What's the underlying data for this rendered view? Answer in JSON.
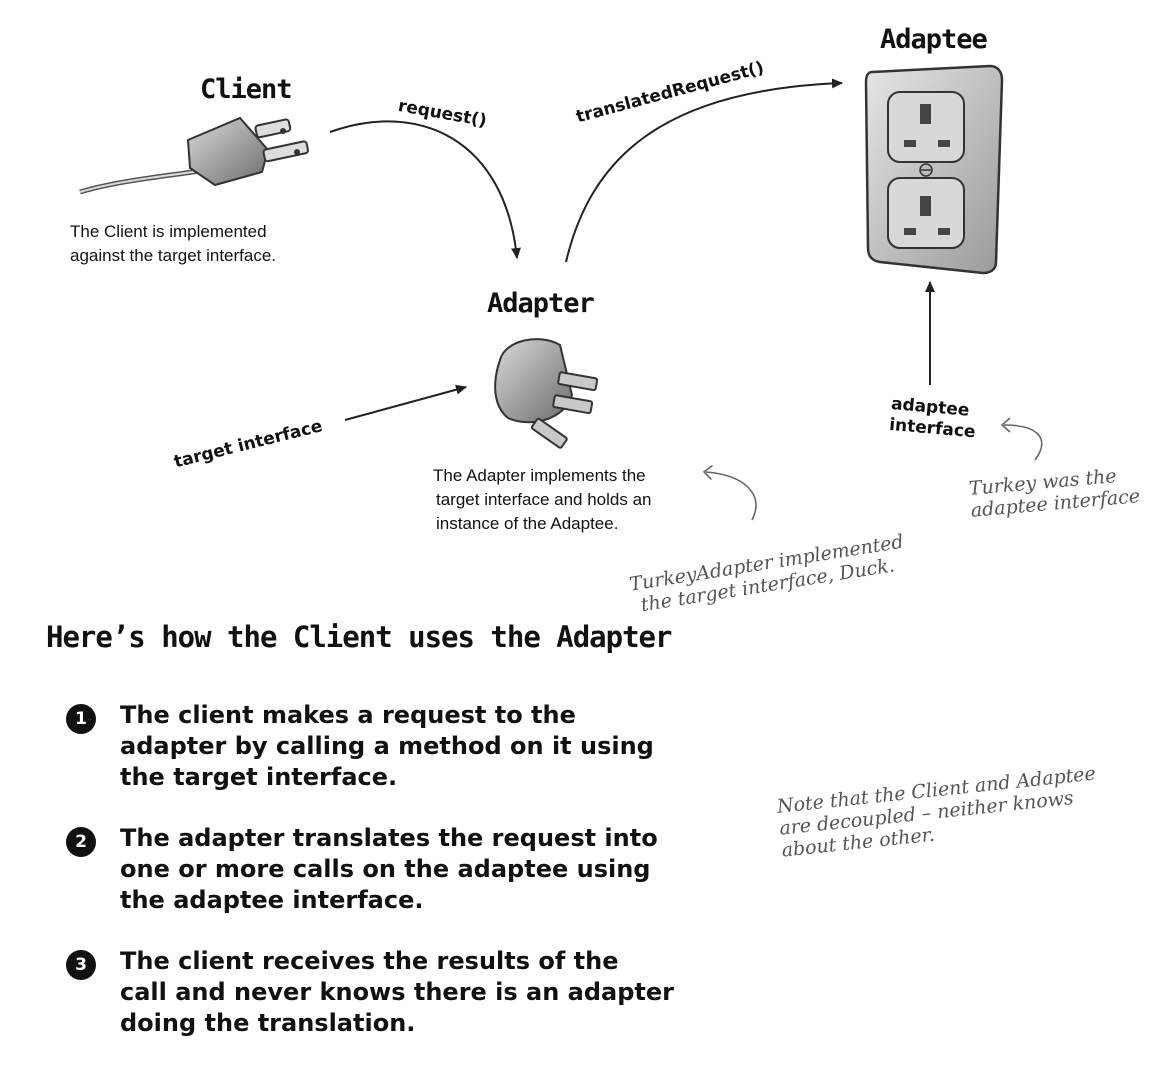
{
  "diagram": {
    "client": {
      "title": "Client",
      "description_line1": "The Client is implemented",
      "description_line2": "against the target interface."
    },
    "adapter": {
      "title": "Adapter",
      "description_line1": "The Adapter implements the",
      "description_line2": "target interface and holds an",
      "description_line3": "instance of the Adaptee."
    },
    "adaptee": {
      "title": "Adaptee"
    },
    "arrows": {
      "request": "request()",
      "translated_request": "translatedRequest()",
      "target_interface": "target interface",
      "adaptee_interface_line1": "adaptee",
      "adaptee_interface_line2": "interface"
    },
    "notes": {
      "turkey_adapter_line1": "TurkeyAdapter implemented",
      "turkey_adapter_line2": "the target interface, Duck.",
      "turkey_line1": "Turkey was the",
      "turkey_line2": "adaptee interface",
      "decoupled_line1": "Note that the Client and Adaptee",
      "decoupled_line2": "are decoupled – neither knows",
      "decoupled_line3": "about the other."
    }
  },
  "section": {
    "heading": "Here’s how the Client uses the Adapter",
    "steps": [
      {
        "number": "1",
        "line1": "The client makes a request to the",
        "line2": "adapter by calling a method on it using",
        "line3": "the target interface."
      },
      {
        "number": "2",
        "line1": "The adapter translates the request into",
        "line2": "one or more calls on the adaptee using",
        "line3": "the adaptee interface."
      },
      {
        "number": "3",
        "line1": "The client receives the results of the",
        "line2": "call and never knows there is an adapter",
        "line3": "doing the translation."
      }
    ]
  },
  "icons": {
    "client": "plug-icon",
    "adapter": "adapter-plug-icon",
    "adaptee": "wall-outlet-icon"
  }
}
